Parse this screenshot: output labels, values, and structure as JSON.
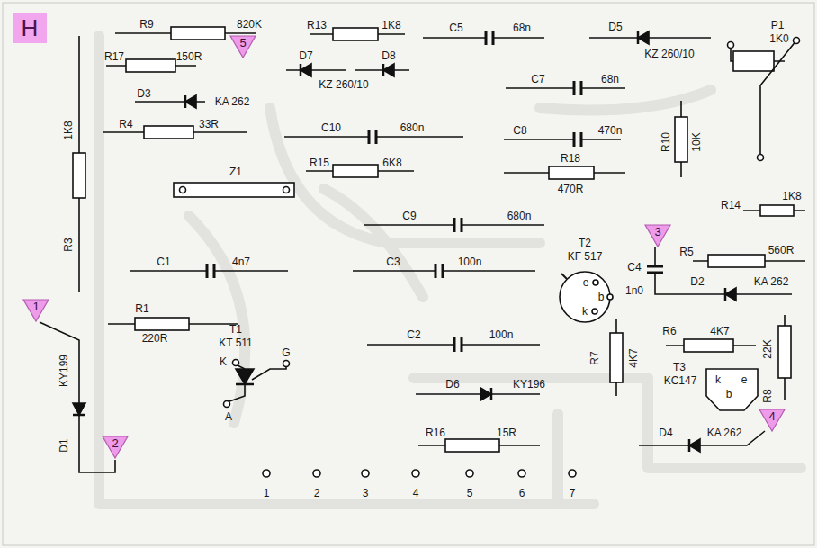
{
  "diagram": {
    "nodes": [
      {
        "text": [
          "5"
        ]
      },
      {
        "text": [
          "3"
        ]
      },
      {
        "text": [
          "1"
        ]
      },
      {
        "text": [
          "4"
        ]
      },
      {
        "text": [
          "2"
        ]
      }
    ],
    "labels": [
      "H",
      "R9",
      "820K",
      "R13",
      "1K8",
      "C5",
      "68n",
      "D5",
      "KZ 260/10",
      "P1",
      "1K0",
      "R17",
      "150R",
      "D7",
      "D8",
      "KZ 260/10",
      "C7",
      "68n",
      "D3",
      "KA 262",
      "R4",
      "33R",
      "C10",
      "680n",
      "C8",
      "470n",
      "R10",
      "10K",
      "R15",
      "6K8",
      "R18",
      "470R",
      "Z1",
      "1K8",
      "R3",
      "R14",
      "1K8",
      "C9",
      "680n",
      "T2",
      "KF 517",
      "C4",
      "1n0",
      "e",
      "b",
      "k",
      "R5",
      "560R",
      "D2",
      "KA 262",
      "C1",
      "4n7",
      "C3",
      "100n",
      "R1",
      "220R",
      "T1",
      "KT 511",
      "K",
      "G",
      "A",
      "KY199",
      "D1",
      "C2",
      "100n",
      "R6",
      "4K7",
      "R7",
      "4K7",
      "T3",
      "KC147",
      "k",
      "b",
      "e",
      "22K",
      "R8",
      "D6",
      "KY196",
      "D4",
      "KA 262",
      "R16",
      "15R",
      "1",
      "2",
      "3",
      "4",
      "5",
      "6",
      "7"
    ]
  }
}
